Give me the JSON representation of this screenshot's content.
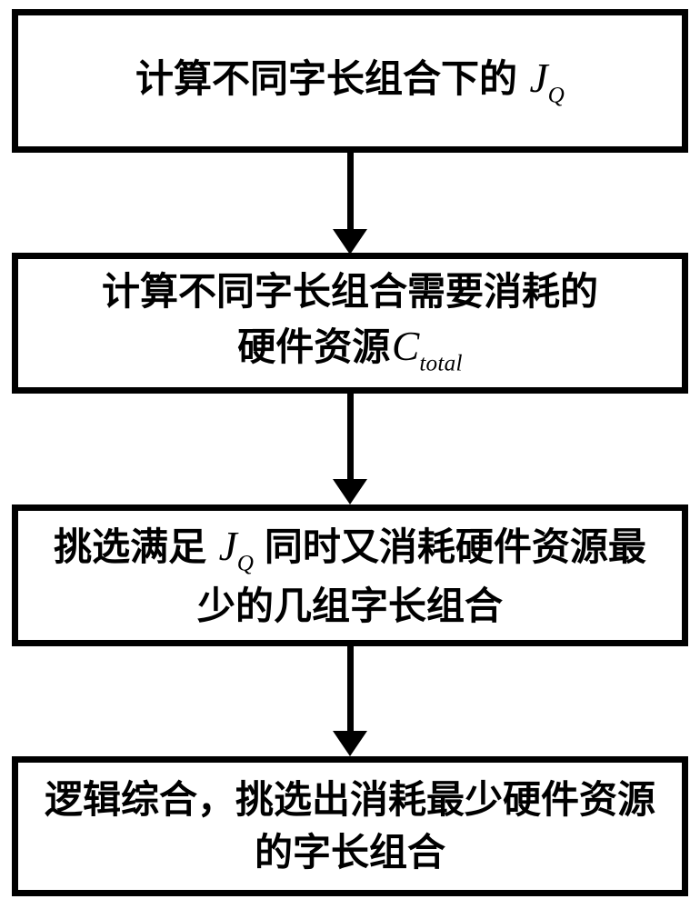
{
  "page": {
    "background_color": "#ffffff",
    "line_color": "#000000",
    "kind": "flowchart",
    "direction": "top-down"
  },
  "flowchart": {
    "steps": [
      {
        "id": "step-1",
        "lines": [
          [
            {
              "text": "计算不同字长组合下的 "
            },
            {
              "math": "J",
              "sub": "Q"
            }
          ]
        ]
      },
      {
        "id": "step-2",
        "lines": [
          [
            {
              "text": "计算不同字长组合需要消耗的"
            }
          ],
          [
            {
              "text": "硬件资源"
            },
            {
              "math": "C",
              "sub": "total"
            }
          ]
        ]
      },
      {
        "id": "step-3",
        "lines": [
          [
            {
              "text": "挑选满足 "
            },
            {
              "math": "J",
              "sub": "Q"
            },
            {
              "text": " 同时又消耗硬件资源最"
            }
          ],
          [
            {
              "text": "少的几组字长组合"
            }
          ]
        ]
      },
      {
        "id": "step-4",
        "lines": [
          [
            {
              "text": "逻辑综合，挑选出消耗最少硬件资源"
            }
          ],
          [
            {
              "text": "的字长组合"
            }
          ]
        ]
      }
    ],
    "connectors": [
      {
        "from": "step-1",
        "to": "step-2",
        "direction": "down"
      },
      {
        "from": "step-2",
        "to": "step-3",
        "direction": "down"
      },
      {
        "from": "step-3",
        "to": "step-4",
        "direction": "down"
      }
    ]
  }
}
